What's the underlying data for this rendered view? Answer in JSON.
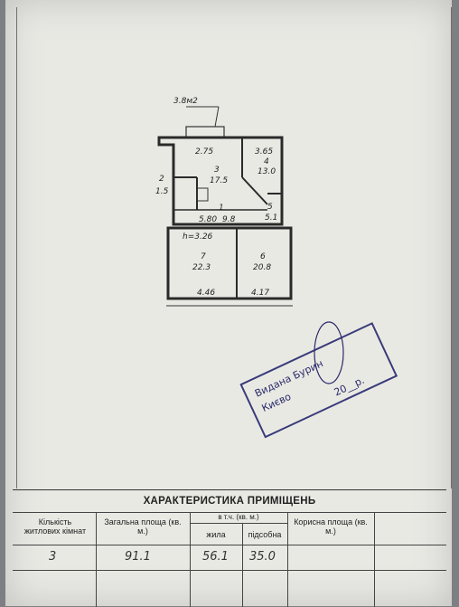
{
  "plan": {
    "labels": {
      "balcony_area": "3.8м2",
      "room1_dim": "2.75",
      "room4_dim": "3.65",
      "room3_num": "3",
      "room3_area": "17.5",
      "room4_num": "4",
      "room4_area": "13.0",
      "room2_num": "2",
      "room2_area": "1.5",
      "room1_num": "1",
      "room5_num": "5",
      "room5_area": "5.1",
      "dim_58": "5.80",
      "dim_98": "9.8",
      "dim_h": "h=3.26",
      "room7_num": "7",
      "room7_area": "22.3",
      "room6_num": "6",
      "room6_area": "20.8",
      "dim_446": "4.46",
      "dim_417": "4.17"
    }
  },
  "stamp": {
    "line1": "Видана Бурин",
    "line2": "Києво",
    "line3": "20__р."
  },
  "table": {
    "title": "ХАРАКТЕРИСТИКА ПРИМІЩЕНЬ",
    "col1_header": "Кількість житлових кімнат",
    "col2_header": "Загальна площа (кв. м.)",
    "col3_group": "в т.ч. (кв. м.)",
    "col3a_header": "жила",
    "col3b_header": "підсобна",
    "col4_header": "Корисна площа (кв. м.)",
    "rooms_count": "3",
    "total_area": "91.1",
    "living_area": "56.1",
    "auxiliary_area": "35.0",
    "useful_area": ""
  }
}
